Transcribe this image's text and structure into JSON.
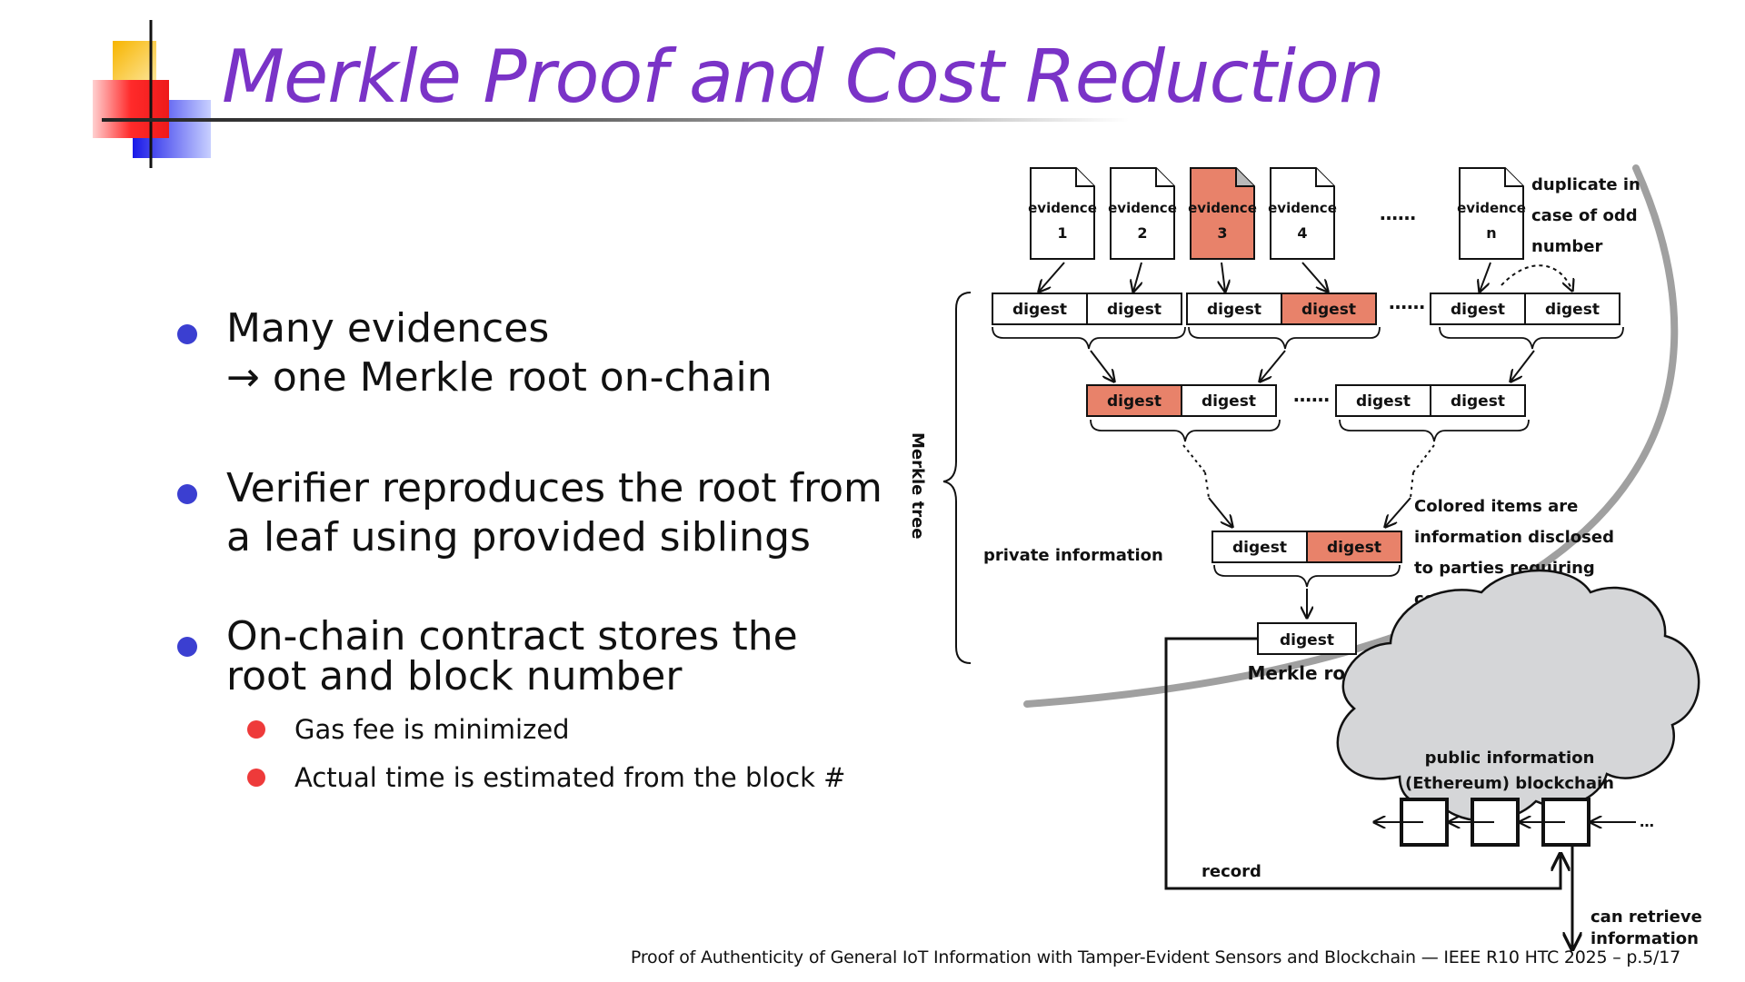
{
  "slide": {
    "title": "Merkle Proof and Cost Reduction",
    "footer": "Proof of Authenticity of General IoT Information with Tamper-Evident Sensors and Blockchain — IEEE R10 HTC 2025 – p.5/17"
  },
  "bullets": [
    {
      "lines": [
        "Many evidences",
        "→ one Merkle root on-chain"
      ]
    },
    {
      "lines": [
        "Verifier reproduces the root from",
        "a leaf using provided siblings"
      ]
    },
    {
      "lines": [
        "On-chain contract stores the",
        "root and block number"
      ],
      "sub": [
        "Gas fee is minimized",
        "Actual time is estimated from the block #"
      ]
    }
  ],
  "diagram": {
    "evidences": [
      {
        "label": "evidence",
        "num": "1",
        "highlighted": false
      },
      {
        "label": "evidence",
        "num": "2",
        "highlighted": false
      },
      {
        "label": "evidence",
        "num": "3",
        "highlighted": true
      },
      {
        "label": "evidence",
        "num": "4",
        "highlighted": false
      },
      {
        "label": "evidence",
        "num": "n",
        "highlighted": false
      }
    ],
    "ellipsis_top": "……",
    "duplicate_note": [
      "duplicate in",
      "case of odd",
      "number"
    ],
    "digest_label": "digest",
    "level1_highlight": [
      false,
      false,
      false,
      true,
      false,
      false
    ],
    "level2_highlight": [
      true,
      false,
      false,
      false
    ],
    "level3_highlight": [
      false,
      true
    ],
    "ellipsis_mid": "……",
    "merkle_tree_label": "Merkle tree",
    "private_info": "private information",
    "colored_note": [
      "Colored items are",
      "information disclosed",
      "to parties requiring",
      "certification"
    ],
    "merkle_root": "Merkle root",
    "public_info": [
      "public information",
      "(Ethereum) blockchain"
    ],
    "chain_ellipsis": "…",
    "record": "record",
    "retrieve": [
      "can retrieve",
      "information"
    ],
    "colors": {
      "highlight": "#e8826a",
      "cloud": "#d5d6d8",
      "arc": "#a0a0a0",
      "title": "#7a33c7",
      "bullet": "#3b3fd1",
      "subbullet": "#ee3a3a"
    }
  }
}
